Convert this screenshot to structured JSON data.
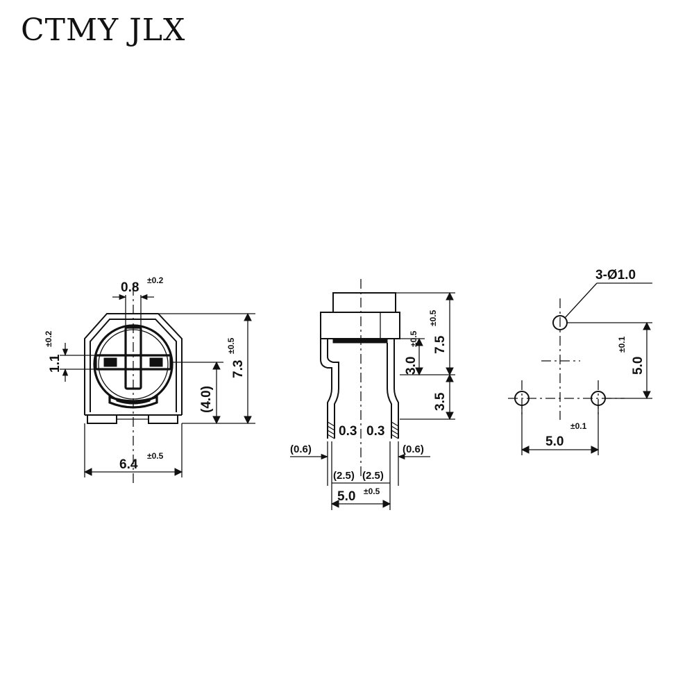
{
  "brand": "CTMY JLX",
  "front_view": {
    "hole_width": "0.8",
    "hole_width_tol": "±0.2",
    "slot_height": "1.1",
    "slot_height_tol": "±0.2",
    "total_height": "7.3",
    "total_height_tol": "±0.5",
    "center_height": "(4.0)",
    "width": "6.4",
    "width_tol": "±0.5"
  },
  "side_view": {
    "knob_height": "7.5",
    "knob_height_tol": "±0.5",
    "body_height": "3.0",
    "body_height_tol": "±0.5",
    "pin_length": "3.5",
    "pin_thickness_left": "0.3",
    "pin_thickness_right": "0.3",
    "pin_offset_left": "(0.6)",
    "pin_offset_right": "(0.6)",
    "half_pitch_left": "(2.5)",
    "half_pitch_right": "(2.5)",
    "pitch": "5.0",
    "pitch_tol": "±0.5"
  },
  "pcb_layout": {
    "holes": "3-Ø1.0",
    "vertical_spacing": "5.0",
    "vertical_spacing_tol": "±0.1",
    "horizontal_spacing": "5.0",
    "horizontal_spacing_tol": "±0.1"
  }
}
